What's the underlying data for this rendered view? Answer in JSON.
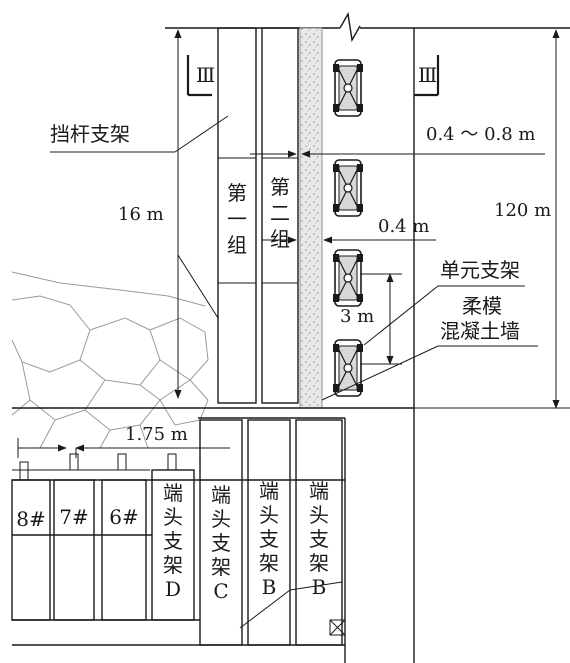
{
  "section_marks": {
    "left": "Ⅲ",
    "right": "Ⅲ"
  },
  "labels": {
    "retaining_support": "挡杆支架",
    "group1": [
      "第",
      "一",
      "组"
    ],
    "group2": [
      "第",
      "二",
      "组"
    ],
    "unit_support": "单元支架",
    "flexible_wall_line1": "柔模",
    "flexible_wall_line2": "混凝土墙"
  },
  "dimensions": {
    "height_16": "16 m",
    "gap_range": "0.4 ～ 0.8 m",
    "gap_04": "0.4 m",
    "total_120": "120 m",
    "spacing_3": "3 m",
    "spacing_175": "1.75 m"
  },
  "supports": {
    "numbered": [
      "8#",
      "7#",
      "6#"
    ],
    "end_supports": [
      {
        "chars": [
          "端",
          "头",
          "支",
          "架",
          "D"
        ]
      },
      {
        "chars": [
          "端",
          "头",
          "支",
          "架",
          "C"
        ]
      },
      {
        "chars": [
          "端",
          "头",
          "支",
          "架",
          "B"
        ]
      },
      {
        "chars": [
          "端",
          "头",
          "支",
          "架",
          "B"
        ]
      }
    ]
  },
  "unit_support_count": 4
}
